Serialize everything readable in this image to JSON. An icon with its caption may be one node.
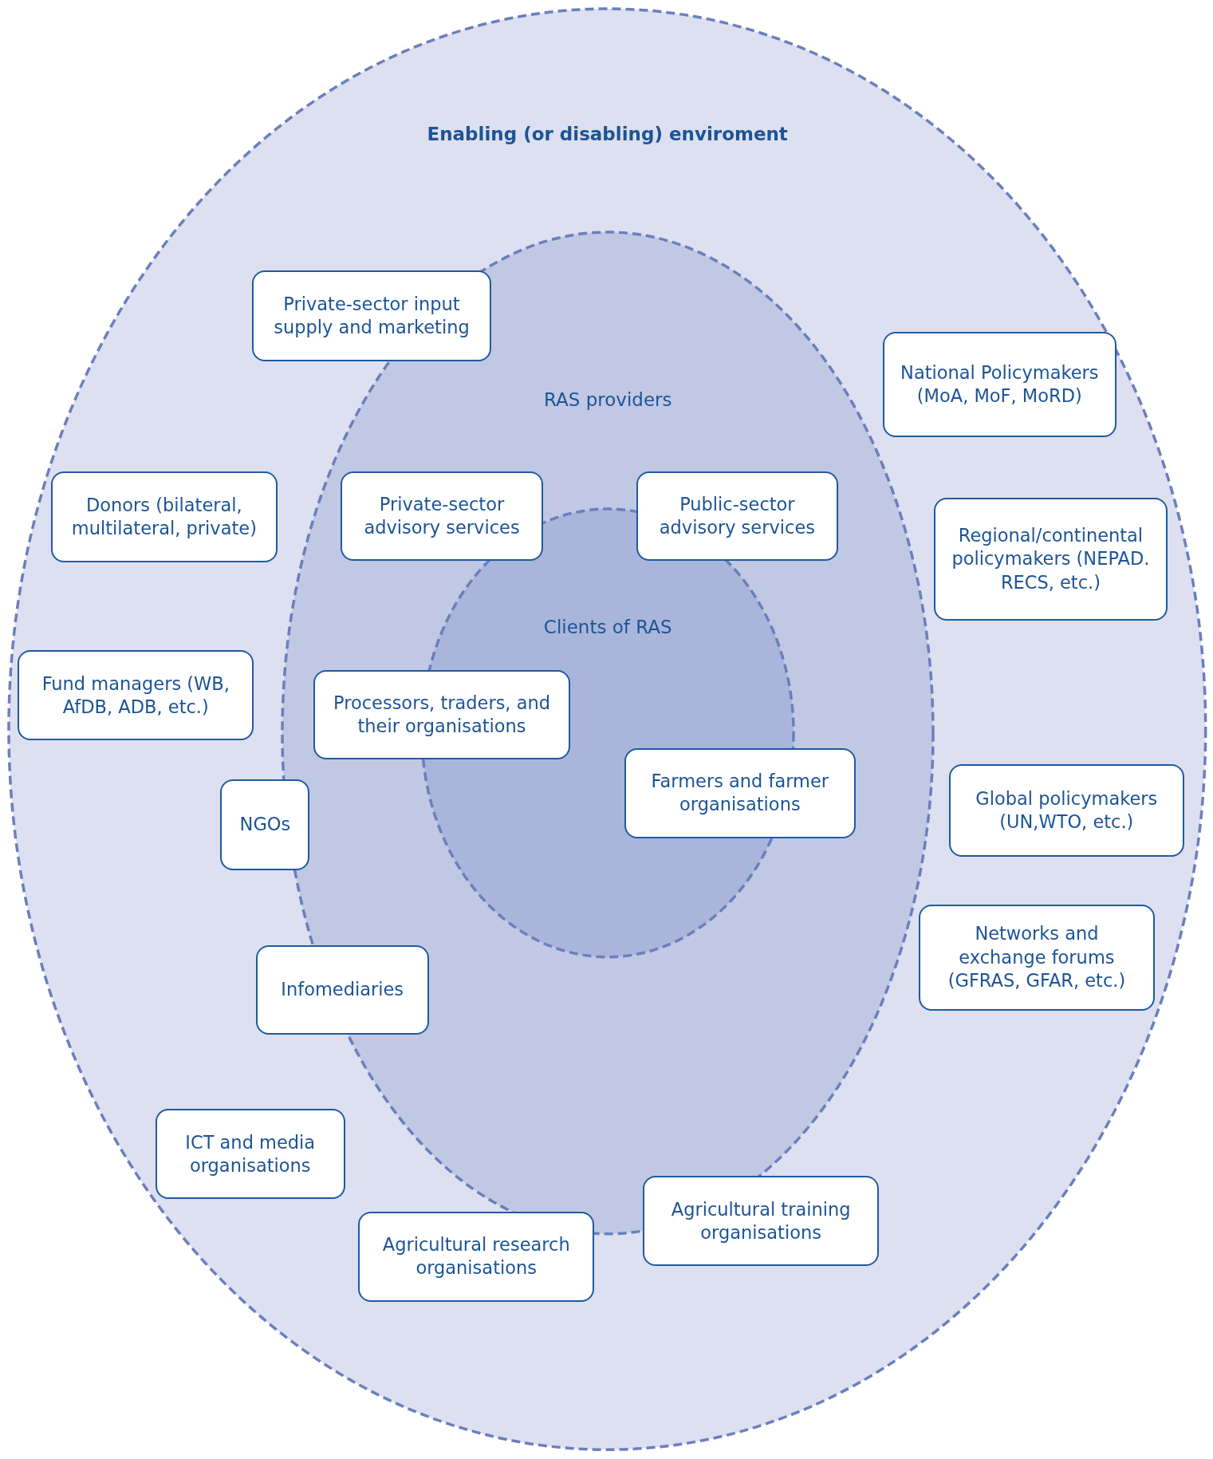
{
  "diagram": {
    "nodes": [
      {
        "text": [
          "Enabling (or disabling) enviroment"
        ]
      },
      {
        "text": [
          "RAS providers"
        ],
        "in": 0
      },
      {
        "text": [
          "Private-sector input supply and marketing"
        ],
        "in": 0
      },
      {
        "text": [
          "National Policymakers (MoA, MoF, MoRD)"
        ],
        "in": 0
      },
      {
        "text": [
          "Donors (bilateral, multilateral, private)"
        ],
        "in": 0
      },
      {
        "text": [
          "Private-sector advisory services"
        ],
        "in": 1
      },
      {
        "text": [
          "Public-sector advisory services"
        ],
        "in": 1
      },
      {
        "text": [
          "Clients of RAS"
        ],
        "in": 1
      },
      {
        "text": [
          "Regional/continental policymakers (NEPAD. RECS, etc.)"
        ],
        "in": 0
      },
      {
        "text": [
          "Fund managers (WB, AfDB, ADB, etc.)"
        ],
        "in": 0
      },
      {
        "text": [
          "Processors, traders, and their organisations"
        ],
        "in": 1
      },
      {
        "text": [
          "Farmers and farmer organisations"
        ],
        "in": 1
      },
      {
        "text": [
          "Global policymakers (UN,WTO, etc.)"
        ],
        "in": 0
      },
      {
        "text": [
          "NGOs"
        ],
        "in": 0
      },
      {
        "text": [
          "Networks and exchange forums (GFRAS, GFAR, etc.)"
        ],
        "in": 0
      },
      {
        "text": [
          "Infomediaries"
        ],
        "in": 0
      },
      {
        "text": [
          "ICT and media organisations"
        ],
        "in": 0
      },
      {
        "text": [
          "Agricultural training organisations"
        ],
        "in": 0
      },
      {
        "text": [
          "Agricultural research organisations"
        ],
        "in": 0
      }
    ],
    "edges": []
  }
}
